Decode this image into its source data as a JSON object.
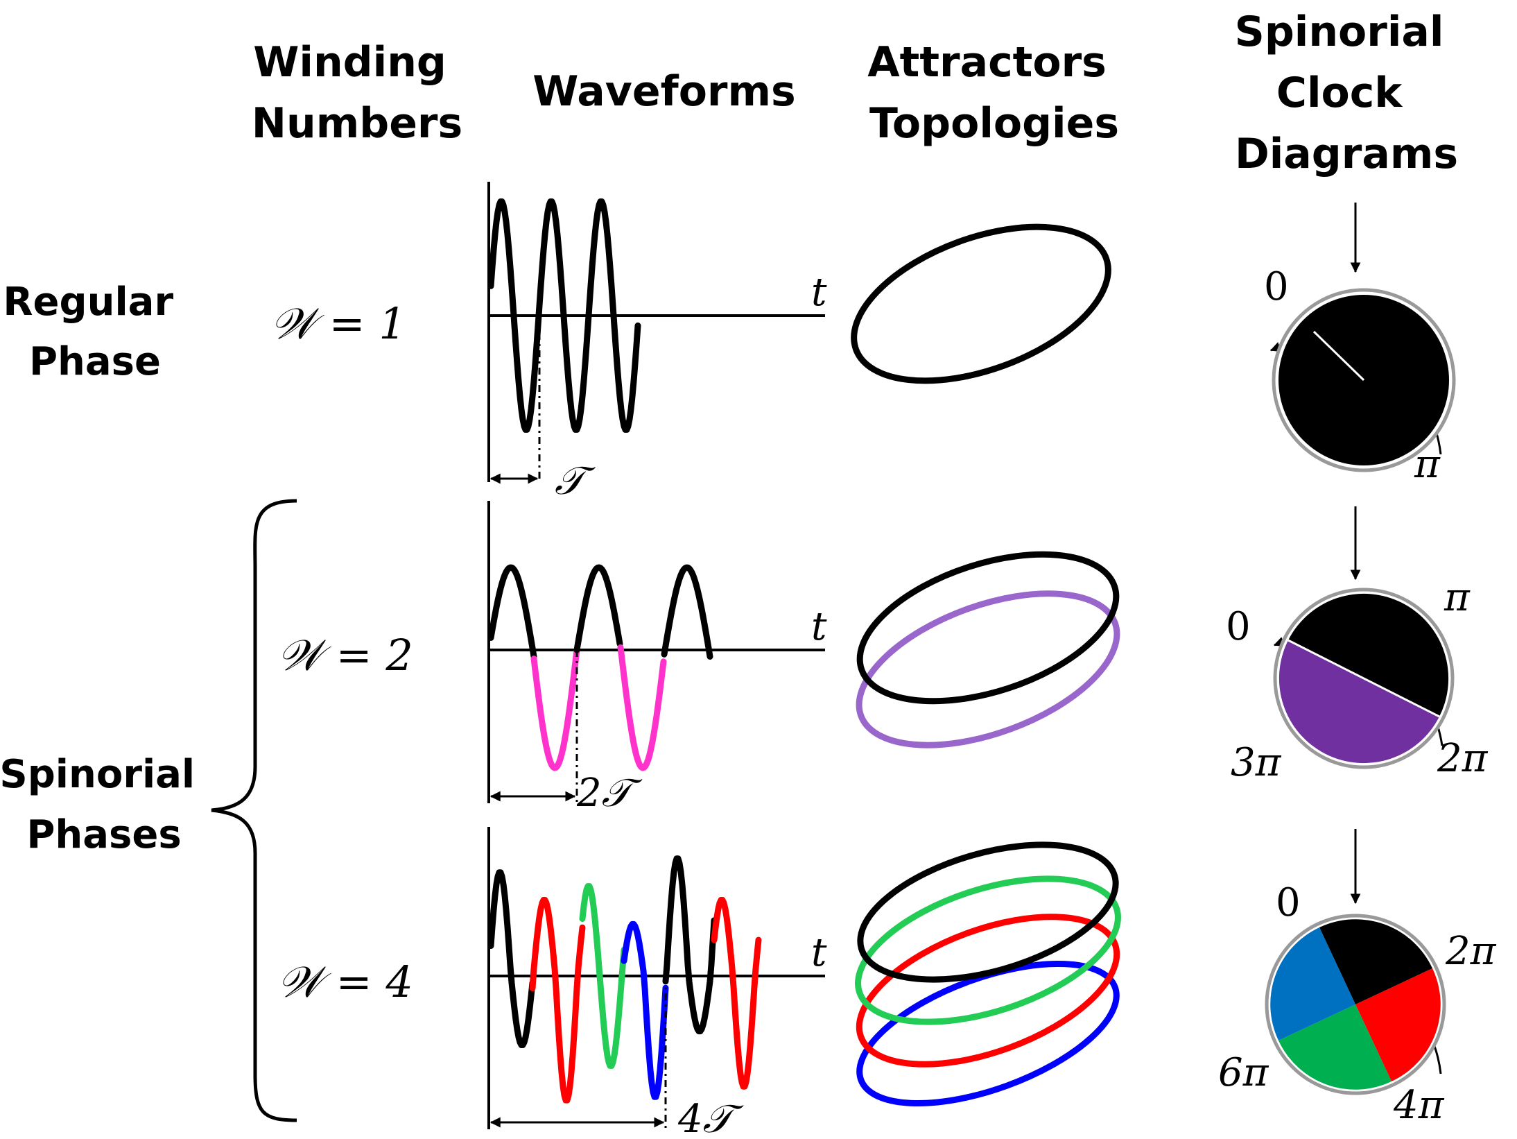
{
  "headers": {
    "winding": [
      "Winding",
      "Numbers"
    ],
    "waveforms": [
      "Waveforms"
    ],
    "attractors": [
      "Attractors",
      "Topologies"
    ],
    "clock": [
      "Spinorial",
      "Clock",
      "Diagrams"
    ]
  },
  "phase_labels": {
    "regular": [
      "Regular",
      "Phase"
    ],
    "spinorial": [
      "Spinorial",
      "Phases"
    ]
  },
  "colors": {
    "black": "#000000",
    "magenta": "#ff33cc",
    "purple": "#9966cc",
    "purple_dark": "#7030a0",
    "red": "#ff0000",
    "green": "#22cc55",
    "green_dark": "#00b050",
    "blue": "#0000ff",
    "blue_dark": "#0070c0"
  },
  "rows": [
    {
      "winding_label": "𝒲 = 1",
      "period_label": "𝒯",
      "axis_label": "t",
      "segments": [
        "black"
      ],
      "clock_labels": [
        "0",
        "π"
      ]
    },
    {
      "winding_label": "𝒲 = 2",
      "period_label": "2𝒯",
      "axis_label": "t",
      "segments": [
        "black",
        "magenta"
      ],
      "clock_labels": [
        "0",
        "π",
        "2π",
        "3π"
      ]
    },
    {
      "winding_label": "𝒲 = 4",
      "period_label": "4𝒯",
      "axis_label": "t",
      "segments": [
        "black",
        "red",
        "green",
        "blue"
      ],
      "clock_labels": [
        "0",
        "2π",
        "4π",
        "6π"
      ]
    }
  ]
}
